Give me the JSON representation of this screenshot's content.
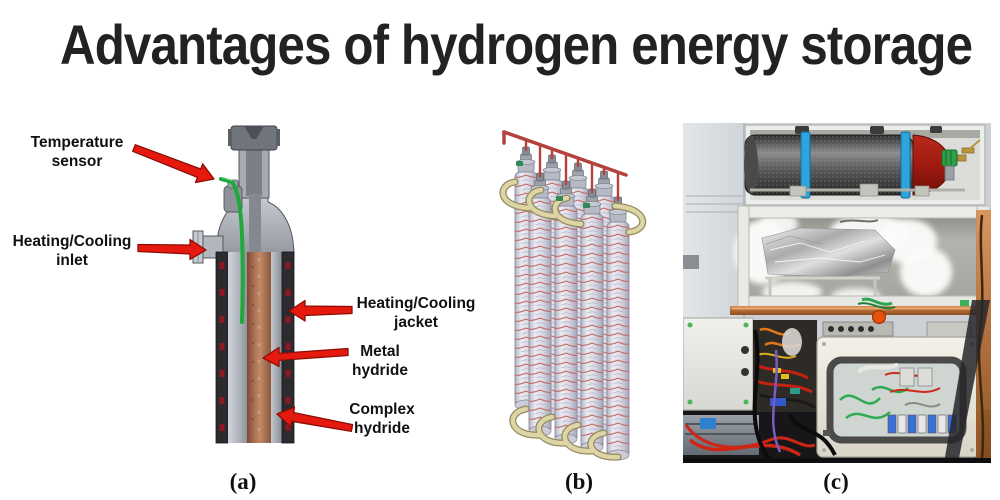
{
  "title": "Advantages of hydrogen energy storage",
  "panels": {
    "a": {
      "caption": "(a)",
      "labels": {
        "temperature_sensor": "Temperature sensor",
        "heating_cooling_inlet": "Heating/Cooling inlet",
        "heating_cooling_jacket": "Heating/Cooling jacket",
        "metal_hydride": "Metal hydride",
        "complex_hydride": "Complex hydride"
      }
    },
    "b": {
      "caption": "(b)"
    },
    "c": {
      "caption": "(c)"
    }
  },
  "colors": {
    "arrow_red": "#e5190e",
    "sensor_green": "#1fa83c",
    "hydride_brown": "#a5684d",
    "vessel_gray": "#b3b7be",
    "jacket_dark": "#2b2b30",
    "manifold_red": "#b5413c",
    "tube_lavender": "#dcdce8",
    "utube_beige": "#ddd5a6",
    "cylinder_dark": "#474747",
    "strap_blue": "#2ea3dc",
    "cap_red": "#a01a10",
    "valve_green": "#2f9e47",
    "foil_silver": "#cfcfcf",
    "copper": "#c77f42",
    "title_ink": "#222222"
  }
}
